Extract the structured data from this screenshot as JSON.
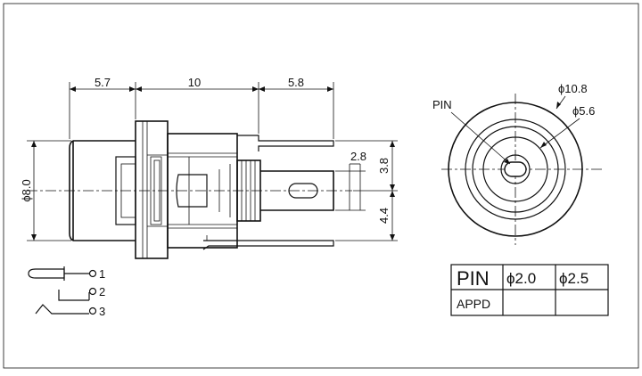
{
  "dimensions": {
    "front_length": "5.7",
    "body_length": "10",
    "rear_length": "5.8",
    "body_diameter": "ϕ8.0",
    "pin_width": "2.8",
    "upper_offset": "3.8",
    "lower_offset": "4.4",
    "outer_diameter": "ϕ10.8",
    "inner_diameter": "ϕ5.6"
  },
  "labels": {
    "pin_callout": "PIN",
    "terminal_1": "1",
    "terminal_2": "2",
    "terminal_3": "3"
  },
  "table": {
    "header_pin": "PIN",
    "size_a": "ϕ2.0",
    "size_b": "ϕ2.5",
    "row_label": "APPD",
    "row_values": [
      "",
      ""
    ]
  }
}
